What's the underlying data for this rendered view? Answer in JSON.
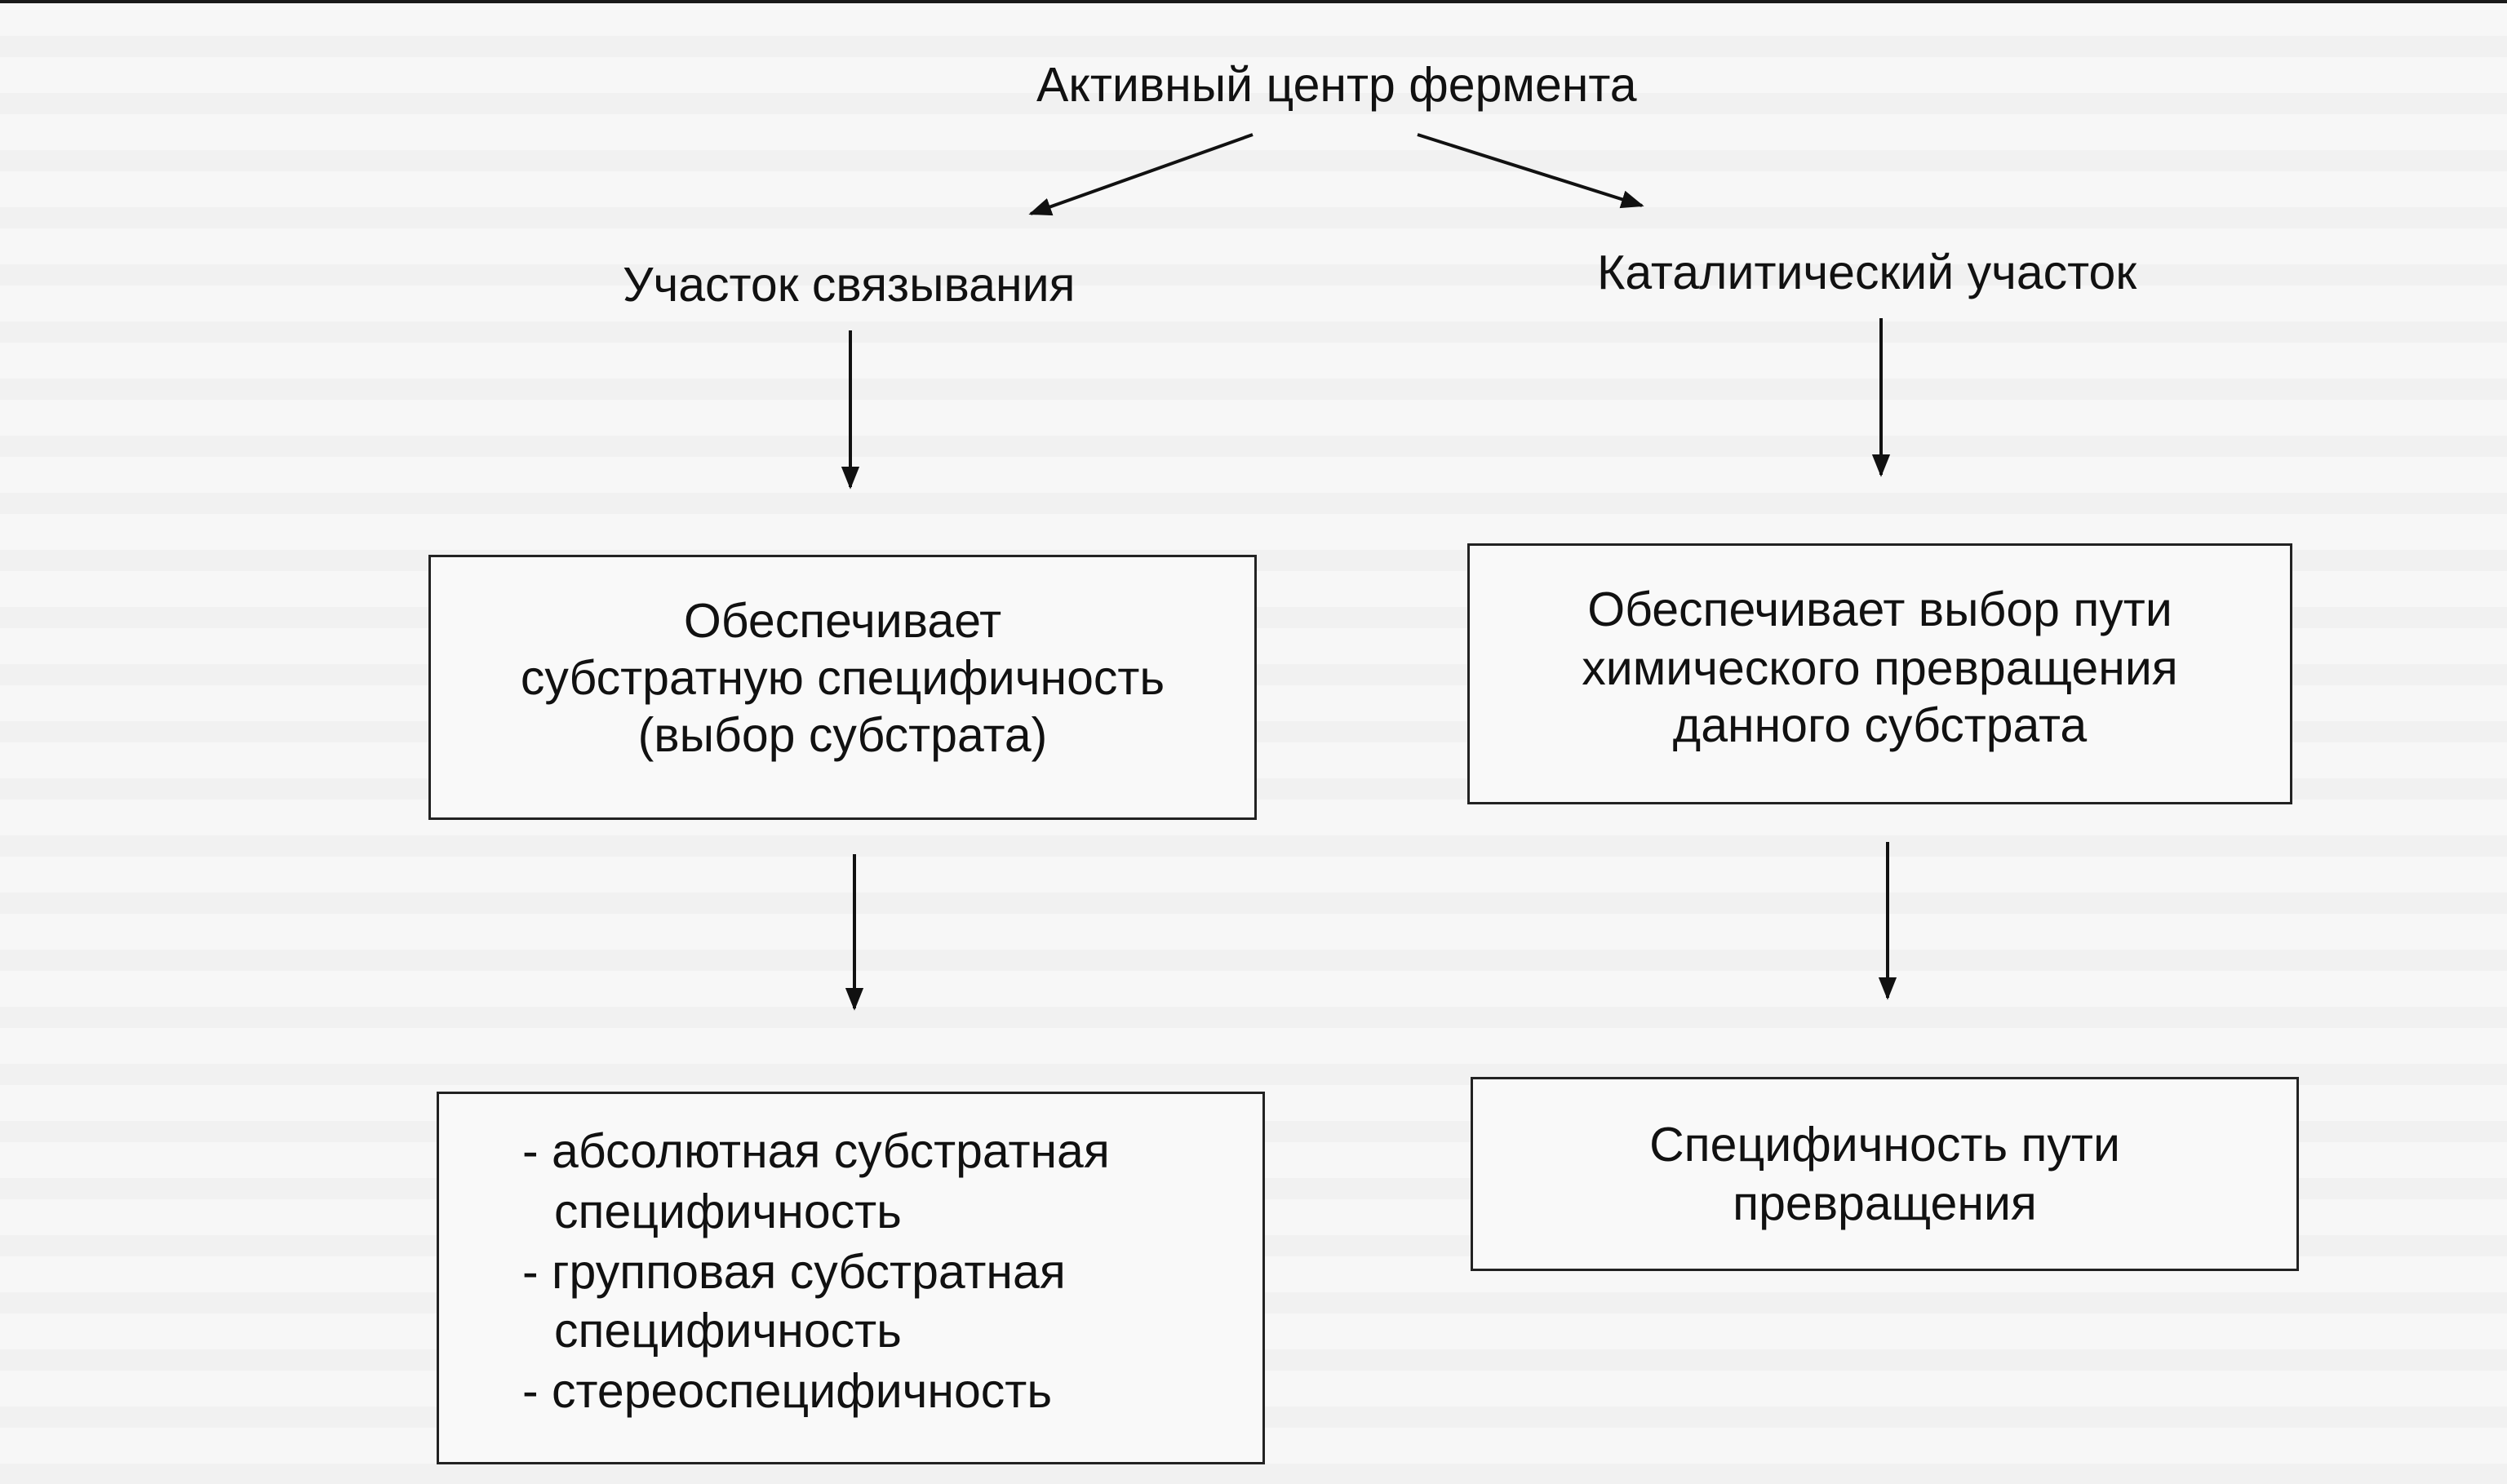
{
  "root": {
    "title": "Активный центр фермента"
  },
  "left": {
    "heading": "Участок связывания",
    "box1": {
      "lines": [
        "Обеспечивает",
        "субстратную специфичность",
        "(выбор субстрата)"
      ]
    },
    "box2": {
      "lines": [
        "- абсолютная субстратная",
        "специфичность",
        "- групповая субстратная",
        "специфичность",
        "- стереоспецифичность"
      ]
    }
  },
  "right": {
    "heading": "Каталитический участок",
    "box1": {
      "lines": [
        "Обеспечивает выбор пути",
        "химического превращения",
        "данного субстрата"
      ]
    },
    "box2": {
      "lines": [
        "Специфичность пути",
        "превращения"
      ]
    }
  }
}
